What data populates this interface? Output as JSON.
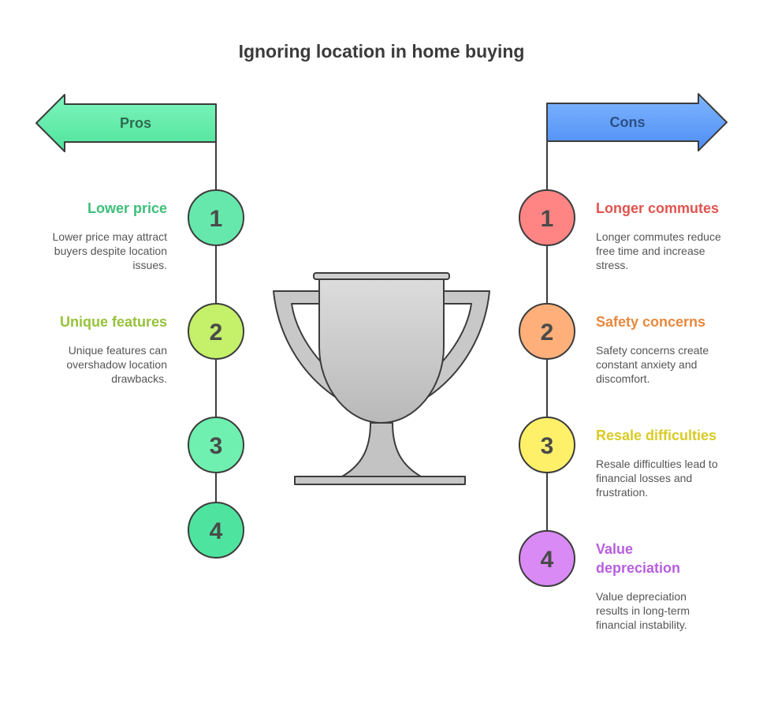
{
  "title": "Ignoring location in home buying",
  "pros": {
    "label": "Pros",
    "color": "#6ff0b0",
    "items": [
      {
        "number": "1",
        "title": "Lower price",
        "description": "Lower price may attract buyers despite location issues.",
        "color": "#66e8ac",
        "title_color": "#3dbf7a"
      },
      {
        "number": "2",
        "title": "Unique features",
        "description": "Unique features can overshadow location drawbacks.",
        "color": "#c4f06a",
        "title_color": "#96c23a"
      },
      {
        "number": "3",
        "title": "",
        "description": "",
        "color": "#6ff0b0",
        "title_color": "#3dbf7a"
      },
      {
        "number": "4",
        "title": "",
        "description": "",
        "color": "#4ee4a0",
        "title_color": "#3dbf7a"
      }
    ]
  },
  "cons": {
    "label": "Cons",
    "color": "#6aa6ff",
    "items": [
      {
        "number": "1",
        "title": "Longer commutes",
        "description": "Longer commutes reduce free time and increase stress.",
        "color": "#ff8585",
        "title_color": "#e0544e"
      },
      {
        "number": "2",
        "title": "Safety concerns",
        "description": "Safety concerns create constant anxiety and discomfort.",
        "color": "#ffb07a",
        "title_color": "#e8883d"
      },
      {
        "number": "3",
        "title": "Resale difficulties",
        "description": "Resale difficulties lead to financial losses and frustration.",
        "color": "#fff06a",
        "title_color": "#d9cb24"
      },
      {
        "number": "4",
        "title": "Value depreciation",
        "description": "Value depreciation results in long-term financial instability.",
        "color": "#d98af5",
        "title_color": "#b85ee0"
      }
    ]
  },
  "center_icon": "trophy-icon"
}
